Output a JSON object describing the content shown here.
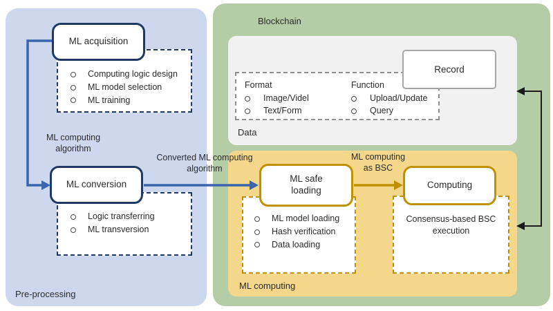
{
  "panels": {
    "preprocessing": {
      "label": "Pre-processing",
      "bg": "#cdd8ee"
    },
    "blockchain": {
      "label": "Blockchain",
      "bg": "#b5cda6"
    },
    "data": {
      "label": "Data",
      "bg": "#f1f1f1"
    },
    "ml_computing": {
      "label": "ML computing",
      "bg": "#f5d78c"
    }
  },
  "boxes": {
    "ml_acquisition": {
      "label": "ML acquisition"
    },
    "ml_conversion": {
      "label": "ML conversion"
    },
    "ml_safe_loading": {
      "label": "ML safe loading"
    },
    "computing": {
      "label": "Computing"
    },
    "record": {
      "label": "Record"
    }
  },
  "details": {
    "acquisition": [
      "Computing logic design",
      "ML model selection",
      "ML training"
    ],
    "conversion": [
      "Logic transferring",
      "ML transversion"
    ],
    "safe_loading": [
      "ML model loading",
      "Hash verification",
      "Data loading"
    ],
    "computing_note": "Consensus-based BSC execution"
  },
  "data_box": {
    "columns": [
      {
        "title": "Format",
        "items": [
          "Image/Videl",
          "Text/Form"
        ]
      },
      {
        "title": "Function",
        "items": [
          "Upload/Update",
          "Query"
        ]
      }
    ]
  },
  "edge_labels": {
    "ml_computing_algorithm": "ML computing algorithm",
    "converted_ml": "Converted ML computing algorithm",
    "bsc": "ML computing as BSC"
  },
  "colors": {
    "navy_border": "#1f3864",
    "dark_yellow_border": "#bf9000",
    "arrow_blue": "#3a66ad",
    "arrow_black": "#1a1a1a",
    "record_border": "#a6a6a6",
    "data_dash_border": "#8f8f8f"
  }
}
